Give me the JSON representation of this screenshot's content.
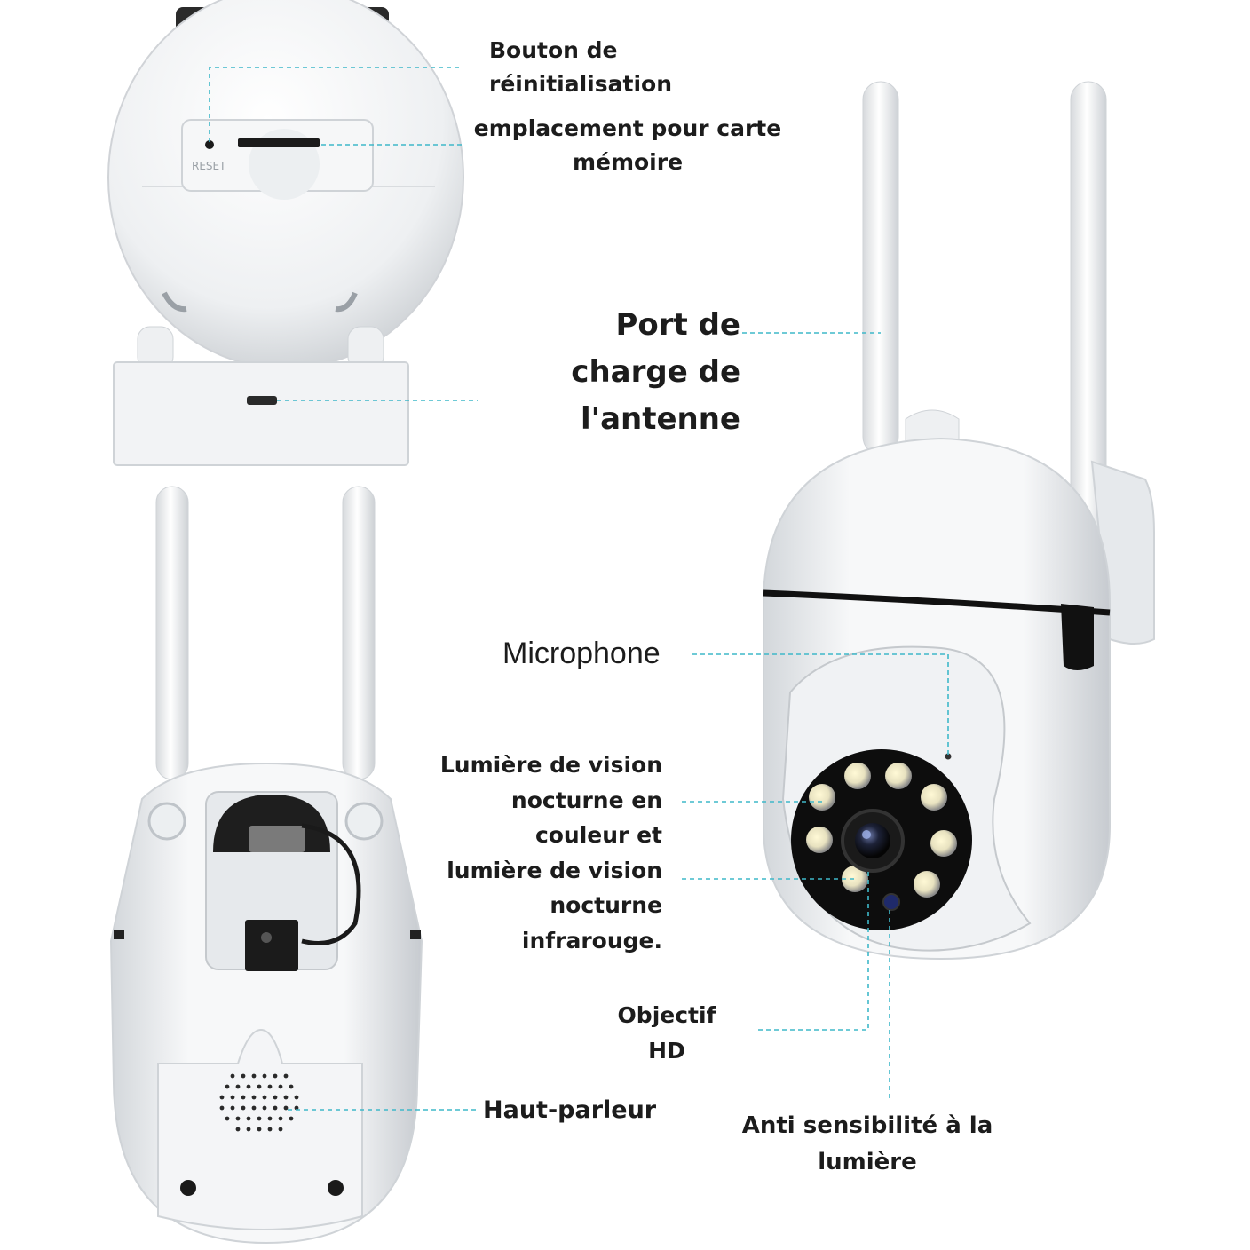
{
  "labels": {
    "reset_button": [
      "Bouton de",
      "réinitialisation"
    ],
    "memory_card_slot": [
      "emplacement pour carte",
      "mémoire"
    ],
    "antenna_charging_port": [
      "Port de",
      "charge de",
      "l'antenne"
    ],
    "microphone": "Microphone",
    "night_vision_light": [
      "Lumière de vision",
      "nocturne en",
      "couleur et",
      "lumière de vision",
      "nocturne",
      "infrarouge."
    ],
    "hd_lens": [
      "Objectif",
      "HD"
    ],
    "speaker": "Haut-parleur",
    "light_sensor": [
      "Anti sensibilité à la",
      "lumière"
    ]
  },
  "device_markings": {
    "reset_text": "RESET"
  },
  "colors": {
    "leader_line": "#3fb8c9",
    "label_text": "#1c1c1c",
    "device_body": "#f4f5f6",
    "device_shadow": "#c9cdd1",
    "lens_dark": "#111111"
  },
  "icons": [
    "camera-back-view",
    "camera-bottom-view",
    "camera-front-view"
  ]
}
